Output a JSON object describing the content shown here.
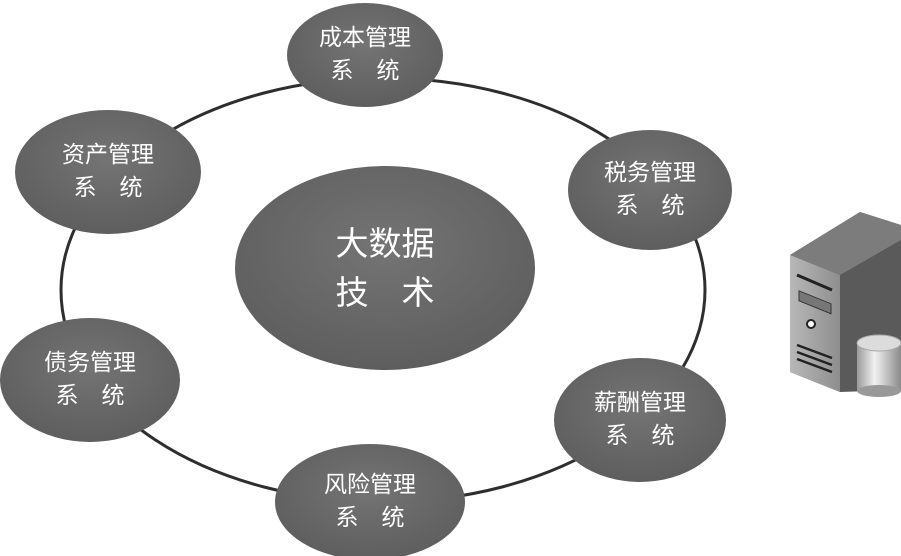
{
  "center": {
    "line1": "大数据",
    "line2": "技　术"
  },
  "systems": [
    {
      "line1": "成本管理",
      "line2": "系　统"
    },
    {
      "line1": "资产管理",
      "line2": "系　统"
    },
    {
      "line1": "税务管理",
      "line2": "系　统"
    },
    {
      "line1": "债务管理",
      "line2": "系　统"
    },
    {
      "line1": "薪酬管理",
      "line2": "系　统"
    },
    {
      "line1": "风险管理",
      "line2": "系　统"
    }
  ],
  "colors": {
    "node_fill": "#6a6a6a",
    "ring": "#2e2e2e"
  }
}
